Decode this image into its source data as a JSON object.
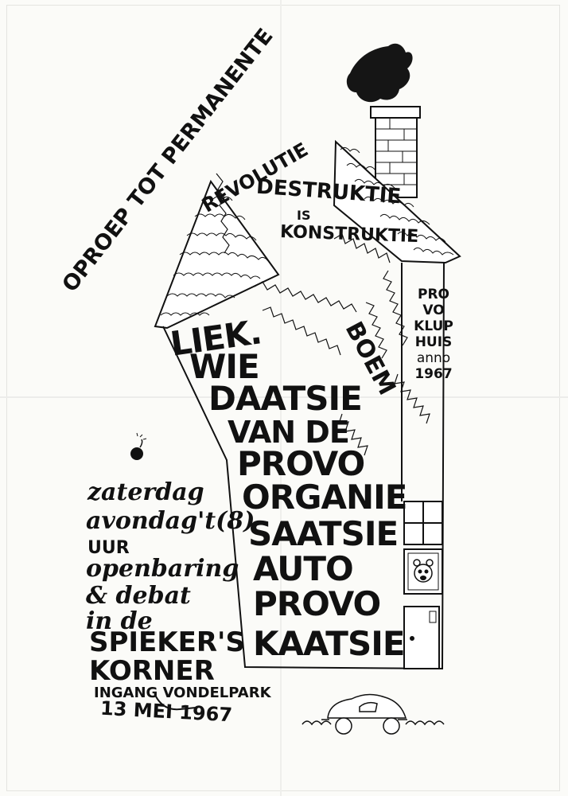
{
  "slogan": {
    "part1": "OPROEP TOT PERMANENTE",
    "part2": "REVOLUTIE"
  },
  "motto": {
    "line1": "DESTRUKTIE",
    "line2": "IS",
    "line3": "KONSTRUKTIE"
  },
  "boem": "BOEM",
  "house_sign": {
    "lines": [
      "PRO",
      "VO",
      "KLUP",
      "HUIS",
      "anno",
      "1967"
    ]
  },
  "main_text": {
    "lines": [
      "LIEK.",
      "WIE",
      "DAATSIE",
      "VAN DE",
      "PROVO",
      "ORGANIE",
      "SAATSIE",
      "AUTO",
      "PROVO",
      "KAATSIE"
    ]
  },
  "event": {
    "lines": [
      "zaterdag",
      "avondag't(8)",
      "UUR",
      "openbaring",
      "& debat",
      "in de"
    ],
    "venue_lines": [
      "SPIEKER'S",
      "KORNER"
    ],
    "entrance": "INGANG VONDELPARK",
    "date": "13 MEI 1967"
  },
  "colors": {
    "ink": "#111111",
    "paper": "#fbfbf8"
  }
}
